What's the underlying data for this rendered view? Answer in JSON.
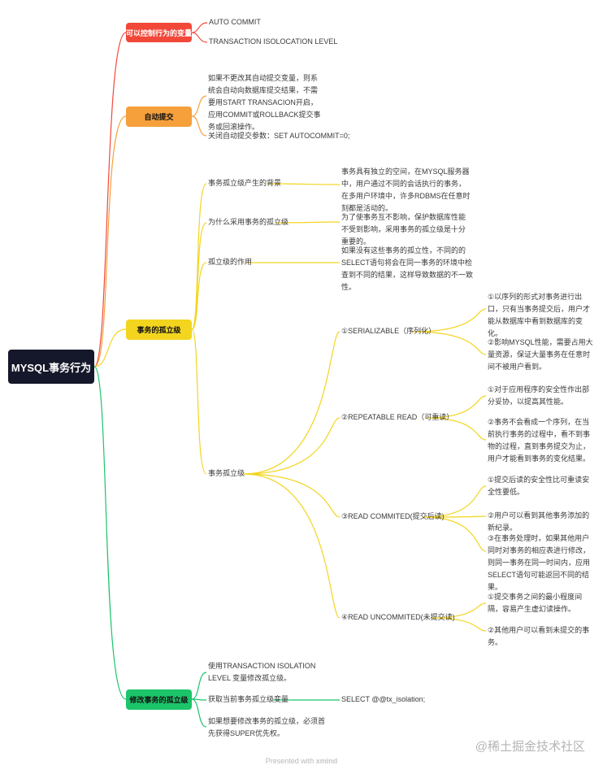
{
  "root": "MYSQL事务行为",
  "branches": {
    "control": {
      "label": "可以控制行为的变量",
      "items": [
        "AUTO  COMMIT",
        "TRANSACTION  ISOLOCATION  LEVEL"
      ]
    },
    "autocommit": {
      "label": "自动提交",
      "items": [
        "如果不更改其自动提交变量，则系统会自动向数据库提交结果，不需要用START TRANSACION开启，应用COMMIT或ROLLBACK提交事务或回滚操作。",
        "关闭自动提交参数：SET AUTOCOMMIT=0;"
      ]
    },
    "isolation": {
      "label": "事务的孤立级",
      "background": {
        "label": "事务孤立级产生的背景",
        "text": "事务具有独立的空间，在MYSQL服务器中，用户通过不同的会话执行的事务，在多用户环境中，许多RDBMS在任意时刻都是活动的。"
      },
      "why": {
        "label": "为什么采用事务的孤立级",
        "text": "为了使事务互不影响，保护数据库性能不受到影响，采用事务的孤立级是十分重要的。"
      },
      "role": {
        "label": "孤立级的作用",
        "text": "如果没有这些事务的孤立性，不同的的SELECT语句将会在同一事务的环境中检查到不同的结果，这样导致数据的不一致性。"
      },
      "levels": {
        "label": "事务孤立级",
        "serializable": {
          "label": "①SERIALIZABLE（序列化）",
          "items": [
            "①以序列的形式对事务进行出口，只有当事务提交后，用户才能从数据库中看到数据库的变化。",
            "②影响MYSQL性能，需要占用大量资源，保证大量事务在任意时间不被用户看到。"
          ]
        },
        "repeatable": {
          "label": "②REPEATABLE READ（可重读）",
          "items": [
            "①对于应用程序的安全性作出部分妥协，以提高其性能。",
            "②事务不会看成一个序列，在当前执行事务的过程中，看不到事物的过程，直到事务提交为止，用户才能看到事务的变化结果。"
          ]
        },
        "committed": {
          "label": "③READ  COMMITED(提交后读)",
          "items": [
            "①提交后读的安全性比可重读安全性要低。",
            "②用户可以看到其他事务添加的新纪录。",
            "③在事务处理时，如果其他用户同时对事务的相应表进行修改，则同一事务在同一时间内，应用SELECT语句可能返回不同的结果。"
          ]
        },
        "uncommitted": {
          "label": "④READ UNCOMMITED(未提交读)",
          "items": [
            "①提交事务之间的最小程度间隔，容易产生虚幻读操作。",
            "②其他用户可以看到未提交的事务。"
          ]
        }
      }
    },
    "modify": {
      "label": "修改事务的孤立级",
      "items": [
        "使用TRANSACTION  ISOLATION  LEVEL 变量修改孤立级。",
        "获取当前事务孤立级变量",
        "如果想要修改事务的孤立级，必须首先获得SUPER优先权。"
      ],
      "sql": "SELECT @@tx_isolation;"
    }
  },
  "footer": {
    "prefix": "Presented with",
    "brand": "xmind"
  },
  "watermark": "@稀土掘金技术社区",
  "colors": {
    "root": "#15172a",
    "red": "#f2483a",
    "orange": "#f6a03c",
    "yellow": "#f3d51f",
    "green": "#1cc46a"
  }
}
